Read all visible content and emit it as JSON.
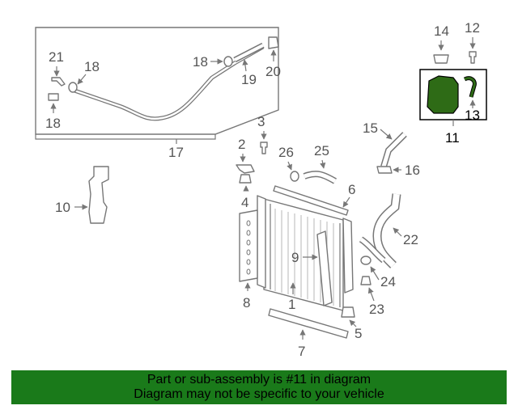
{
  "callouts": {
    "c1": "1",
    "c2": "2",
    "c3": "3",
    "c4": "4",
    "c5": "5",
    "c6": "6",
    "c7": "7",
    "c8": "8",
    "c9": "9",
    "c10": "10",
    "c11": "11",
    "c12": "12",
    "c13": "13",
    "c14": "14",
    "c15": "15",
    "c16": "16",
    "c17": "17",
    "c18a": "18",
    "c18b": "18",
    "c18c": "18",
    "c19": "19",
    "c20": "20",
    "c21": "21",
    "c22": "22",
    "c23": "23",
    "c24": "24",
    "c25": "25",
    "c26": "26"
  },
  "highlight_color": "#2e6b16",
  "banner": {
    "color": "#1a7a1a",
    "line1": "Part or sub-assembly is #11 in diagram",
    "line2": "Diagram may not be specific to your vehicle"
  }
}
